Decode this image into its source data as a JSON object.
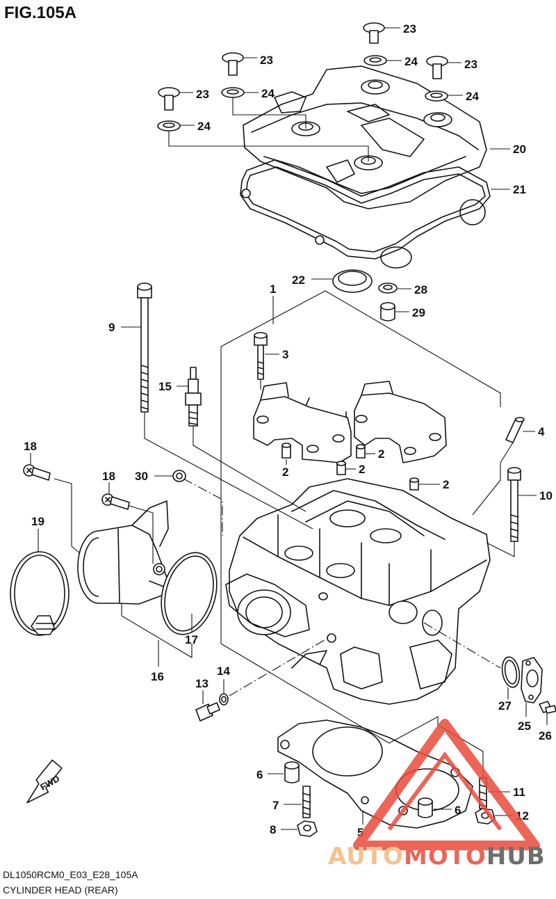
{
  "figure": {
    "title": "FIG.105A",
    "code": "DL1050RCM0_E03_E28_105A",
    "caption": "CYLINDER HEAD (REAR)"
  },
  "fwd_label": "FWD",
  "watermark": {
    "part1": "AUTO",
    "part2": "MOTO",
    "part3": "HUB",
    "color_auto": "#f5b77c",
    "color_moto": "#e84c3d",
    "color_hub": "#555555",
    "triangle_color": "#e84c3d"
  },
  "callouts": [
    {
      "id": "c23a",
      "number": "23"
    },
    {
      "id": "c24a",
      "number": "24"
    },
    {
      "id": "c23b",
      "number": "23"
    },
    {
      "id": "c24b",
      "number": "24"
    },
    {
      "id": "c23c",
      "number": "23"
    },
    {
      "id": "c24c",
      "number": "24"
    },
    {
      "id": "c23d",
      "number": "23"
    },
    {
      "id": "c24d",
      "number": "24"
    },
    {
      "id": "c20",
      "number": "20"
    },
    {
      "id": "c21",
      "number": "21"
    },
    {
      "id": "c22",
      "number": "22"
    },
    {
      "id": "c28",
      "number": "28"
    },
    {
      "id": "c29",
      "number": "29"
    },
    {
      "id": "c1",
      "number": "1"
    },
    {
      "id": "c9",
      "number": "9"
    },
    {
      "id": "c3",
      "number": "3"
    },
    {
      "id": "c15",
      "number": "15"
    },
    {
      "id": "c4",
      "number": "4"
    },
    {
      "id": "c2a",
      "number": "2"
    },
    {
      "id": "c2b",
      "number": "2"
    },
    {
      "id": "c2c",
      "number": "2"
    },
    {
      "id": "c2d",
      "number": "2"
    },
    {
      "id": "c18a",
      "number": "18"
    },
    {
      "id": "c30",
      "number": "30"
    },
    {
      "id": "c18b",
      "number": "18"
    },
    {
      "id": "c10",
      "number": "10"
    },
    {
      "id": "c19",
      "number": "19"
    },
    {
      "id": "c17",
      "number": "17"
    },
    {
      "id": "c16",
      "number": "16"
    },
    {
      "id": "c13",
      "number": "13"
    },
    {
      "id": "c14",
      "number": "14"
    },
    {
      "id": "c27",
      "number": "27"
    },
    {
      "id": "c25",
      "number": "25"
    },
    {
      "id": "c26",
      "number": "26"
    },
    {
      "id": "c6a",
      "number": "6"
    },
    {
      "id": "c7",
      "number": "7"
    },
    {
      "id": "c8",
      "number": "8"
    },
    {
      "id": "c5",
      "number": "5"
    },
    {
      "id": "c6b",
      "number": "6"
    },
    {
      "id": "c11",
      "number": "11"
    },
    {
      "id": "c12",
      "number": "12"
    }
  ]
}
